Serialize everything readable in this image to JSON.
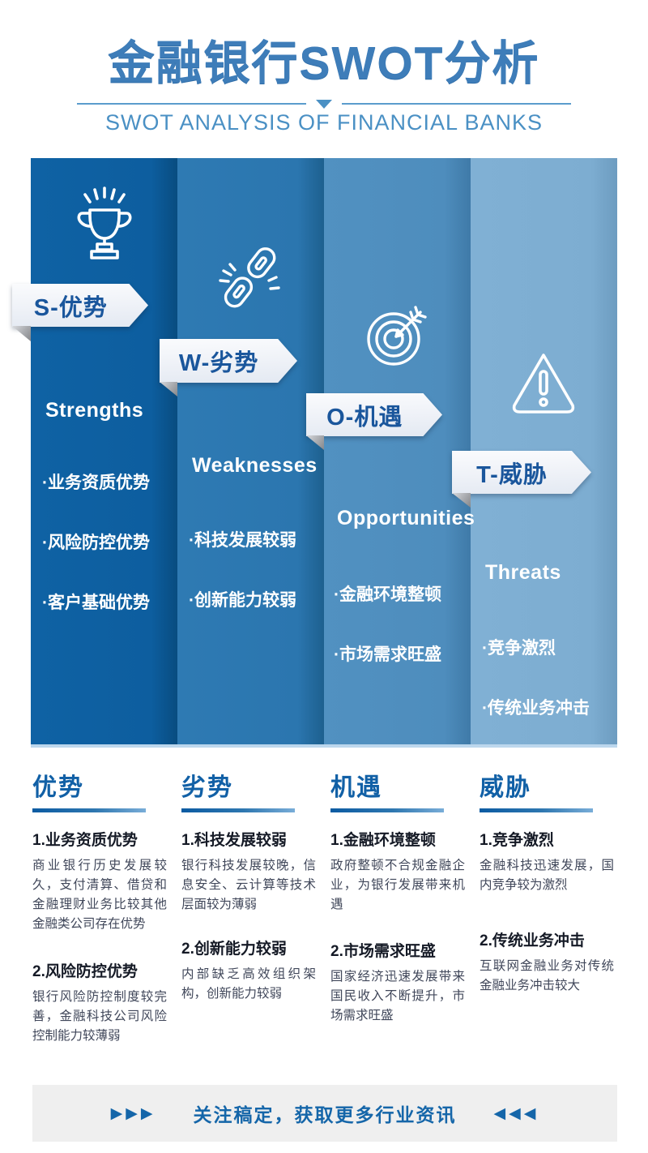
{
  "header": {
    "title": "金融银行SWOT分析",
    "subtitle": "SWOT ANALYSIS OF FINANCIAL BANKS"
  },
  "panels": [
    {
      "key": "S",
      "ribbon": "S-优势",
      "english": "Strengths",
      "icon": "trophy-icon",
      "color": "#0f62a4",
      "bullets": [
        "·业务资质优势",
        "·风险防控优势",
        "·客户基础优势"
      ]
    },
    {
      "key": "W",
      "ribbon": "W-劣势",
      "english": "Weaknesses",
      "icon": "broken-chain-icon",
      "color": "#2e7ab3",
      "bullets": [
        "·科技发展较弱",
        "·创新能力较弱"
      ]
    },
    {
      "key": "O",
      "ribbon": "O-机遇",
      "english": "Opportunities",
      "icon": "target-icon",
      "color": "#5191c1",
      "bullets": [
        "·金融环境整顿",
        "·市场需求旺盛"
      ]
    },
    {
      "key": "T",
      "ribbon": "T-威胁",
      "english": "Threats",
      "icon": "warning-icon",
      "color": "#80b0d4",
      "bullets": [
        "·竞争激烈",
        "·传统业务冲击"
      ]
    }
  ],
  "details": [
    {
      "heading": "优势",
      "items": [
        {
          "title": "1.业务资质优势",
          "body": "商业银行历史发展较久，支付清算、借贷和金融理财业务比较其他金融类公司存在优势"
        },
        {
          "title": "2.风险防控优势",
          "body": "银行风险防控制度较完善，金融科技公司风险控制能力较薄弱"
        }
      ]
    },
    {
      "heading": "劣势",
      "items": [
        {
          "title": "1.科技发展较弱",
          "body": "银行科技发展较晚，信息安全、云计算等技术层面较为薄弱"
        },
        {
          "title": "2.创新能力较弱",
          "body": "内部缺乏高效组织架构，创新能力较弱"
        }
      ]
    },
    {
      "heading": "机遇",
      "items": [
        {
          "title": "1.金融环境整顿",
          "body": "政府整顿不合规金融企业，为银行发展带来机遇"
        },
        {
          "title": "2.市场需求旺盛",
          "body": "国家经济迅速发展带来国民收入不断提升，市场需求旺盛"
        }
      ]
    },
    {
      "heading": "威胁",
      "items": [
        {
          "title": "1.竞争激烈",
          "body": "金融科技迅速发展，国内竞争较为激烈"
        },
        {
          "title": "2.传统业务冲击",
          "body": "互联网金融业务对传统金融业务冲击较大"
        }
      ]
    }
  ],
  "footer": {
    "text": "关注稿定，获取更多行业资讯",
    "left_arrows": "▶▶▶",
    "right_arrows": "◀◀◀"
  },
  "colors": {
    "title_blue": "#3e7db9",
    "subtitle_blue": "#4a90c4",
    "heading_blue": "#1160a6",
    "ribbon_text_blue": "#1a569c",
    "footer_blue": "#1566a9",
    "panel_s": "#0f62a4",
    "panel_w": "#2e7ab3",
    "panel_o": "#5191c1",
    "panel_t": "#80b0d4"
  }
}
